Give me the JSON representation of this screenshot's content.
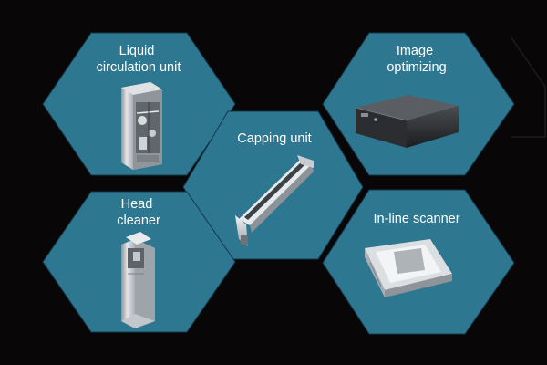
{
  "colors": {
    "background": "#080606",
    "hex_fill": "#2e7790",
    "hex_stroke": "#12394a",
    "label": "#ffffff"
  },
  "units": [
    {
      "id": "liquid",
      "label_lines": [
        "Liquid",
        "circulation unit"
      ],
      "icon": "liquid-circulation-unit-icon"
    },
    {
      "id": "image",
      "label_lines": [
        "Image",
        "optimizing"
      ],
      "icon": "image-optimizing-box-icon"
    },
    {
      "id": "capping",
      "label_lines": [
        "Capping unit"
      ],
      "icon": "capping-unit-rail-icon"
    },
    {
      "id": "head",
      "label_lines": [
        "Head",
        "cleaner"
      ],
      "icon": "head-cleaner-icon"
    },
    {
      "id": "scanner",
      "label_lines": [
        "In-line scanner"
      ],
      "icon": "inline-scanner-icon"
    }
  ]
}
